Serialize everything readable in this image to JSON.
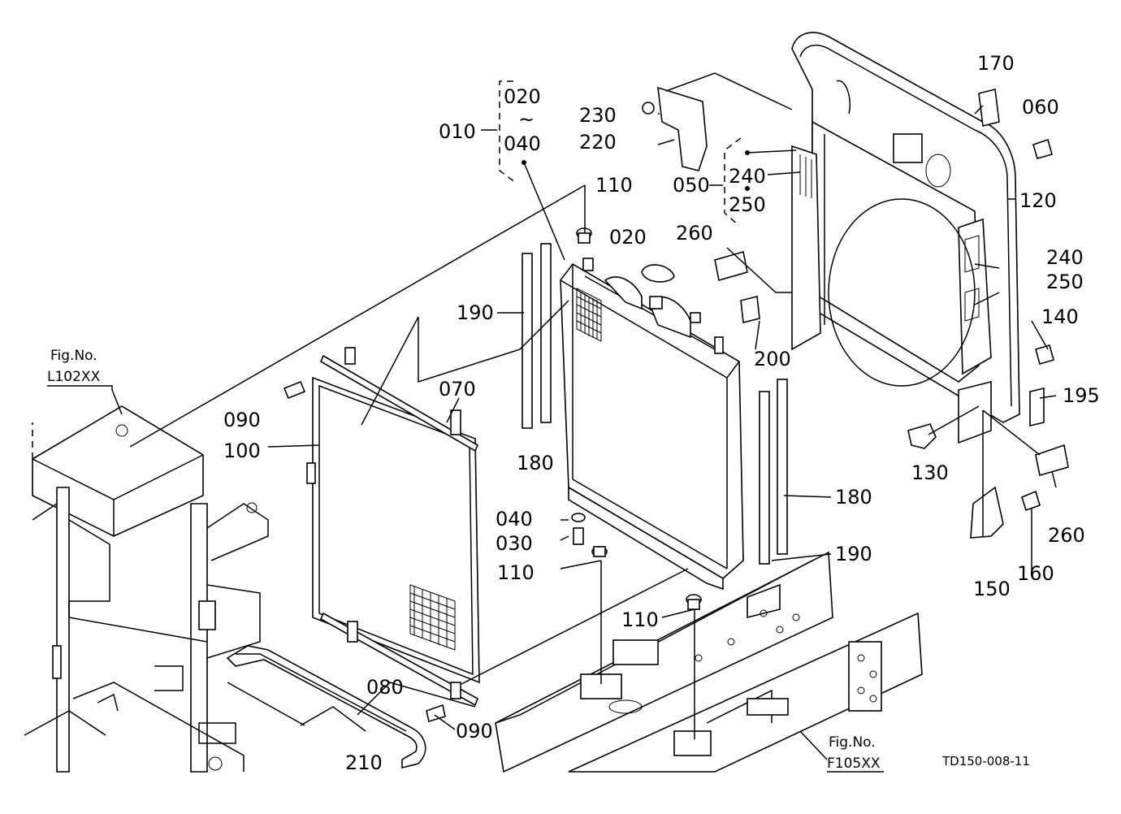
{
  "labels": {
    "p010": "010",
    "p020a": "020",
    "p040a": "040",
    "tilde": "~",
    "p020b": "020",
    "p030": "030",
    "p040b": "040",
    "p050": "050",
    "p060": "060",
    "p070": "070",
    "p080": "080",
    "p090a": "090",
    "p090b": "090",
    "p100": "100",
    "p110a": "110",
    "p110b": "110",
    "p110c": "110",
    "p120": "120",
    "p130": "130",
    "p140": "140",
    "p150": "150",
    "p160": "160",
    "p170": "170",
    "p180a": "180",
    "p180b": "180",
    "p190a": "190",
    "p190b": "190",
    "p195": "195",
    "p200": "200",
    "p210": "210",
    "p220": "220",
    "p230": "230",
    "p240a": "240",
    "p240b": "240",
    "p250a": "250",
    "p250b": "250",
    "p260a": "260",
    "p260b": "260"
  },
  "figrefs": {
    "left_title": "Fig.No.",
    "left_code": "L102XX",
    "right_title": "Fig.No.",
    "right_code": "F105XX"
  },
  "drawing_code": "TD150-008-11"
}
